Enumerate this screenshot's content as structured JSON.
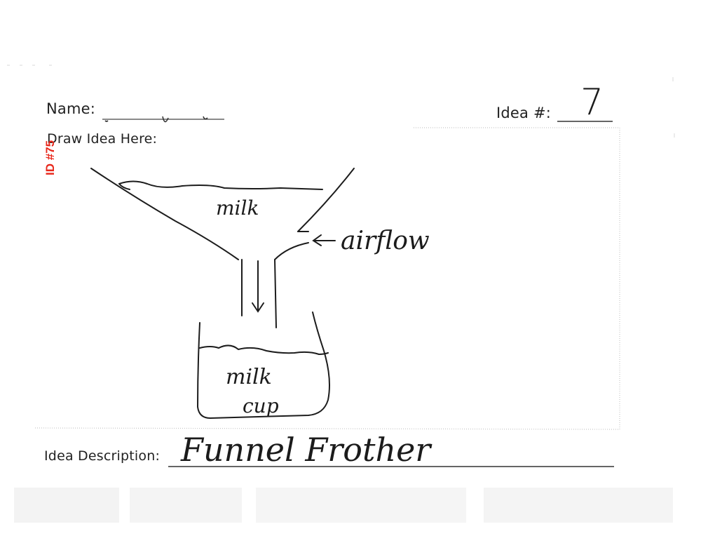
{
  "form": {
    "name_label": "Name:",
    "idea_number_label": "Idea #:",
    "draw_label": "Draw Idea Here:",
    "description_label": "Idea Description:"
  },
  "entries": {
    "idea_number": "7",
    "description": "Funnel Frother"
  },
  "stamp": {
    "id_text": "ID #75",
    "color": "#e8281c"
  },
  "sketch": {
    "funnel_label": "milk",
    "airflow_label": "airflow",
    "cup_label_top": "milk",
    "cup_label_bottom": "cup"
  }
}
